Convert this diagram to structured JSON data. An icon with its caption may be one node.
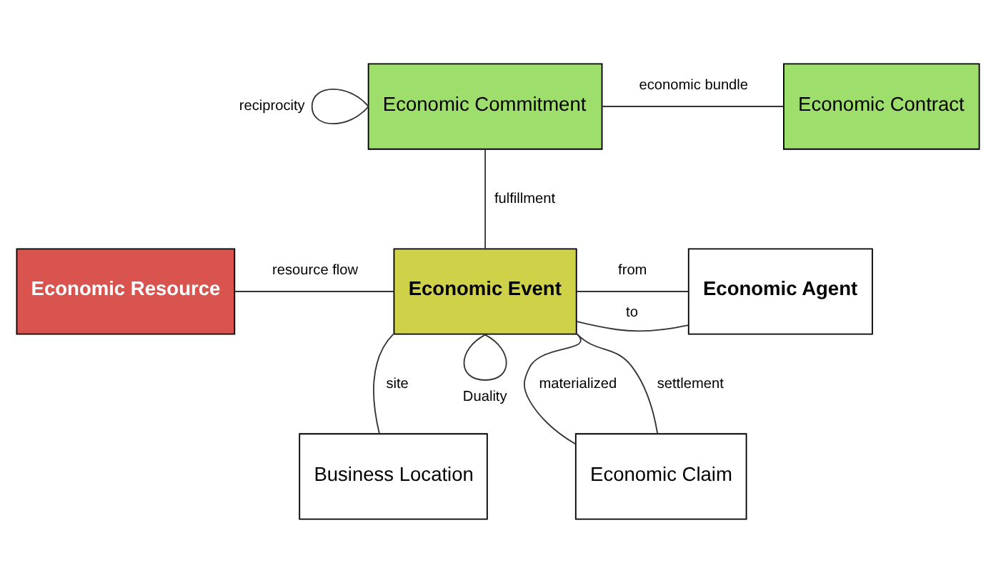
{
  "diagram": {
    "nodes": [
      {
        "text": [
          "Economic Commitment"
        ]
      },
      {
        "text": [
          "Economic Contract"
        ]
      },
      {
        "text": [
          "Economic Resource"
        ]
      },
      {
        "text": [
          "Economic Event"
        ]
      },
      {
        "text": [
          "Economic Agent"
        ]
      },
      {
        "text": [
          "Business Location"
        ]
      },
      {
        "text": [
          "Economic Claim"
        ]
      }
    ],
    "edges": [
      {
        "from": 0,
        "to": 0,
        "arrow": "none",
        "label": "reciprocity"
      },
      {
        "from": 0,
        "to": 1,
        "arrow": "none",
        "label": "economic bundle"
      },
      {
        "from": 0,
        "to": 3,
        "arrow": "none",
        "label": "fulfillment"
      },
      {
        "from": 2,
        "to": 3,
        "arrow": "none",
        "label": "resource flow"
      },
      {
        "from": 3,
        "to": 4,
        "arrow": "none",
        "label": "from"
      },
      {
        "from": 3,
        "to": 4,
        "arrow": "none",
        "label": "to"
      },
      {
        "from": 3,
        "to": 3,
        "arrow": "none",
        "label": "Duality"
      },
      {
        "from": 3,
        "to": 5,
        "arrow": "none",
        "label": "site"
      },
      {
        "from": 3,
        "to": 6,
        "arrow": "none",
        "label": "materialized"
      },
      {
        "from": 3,
        "to": 6,
        "arrow": "none",
        "label": "settlement"
      }
    ]
  }
}
